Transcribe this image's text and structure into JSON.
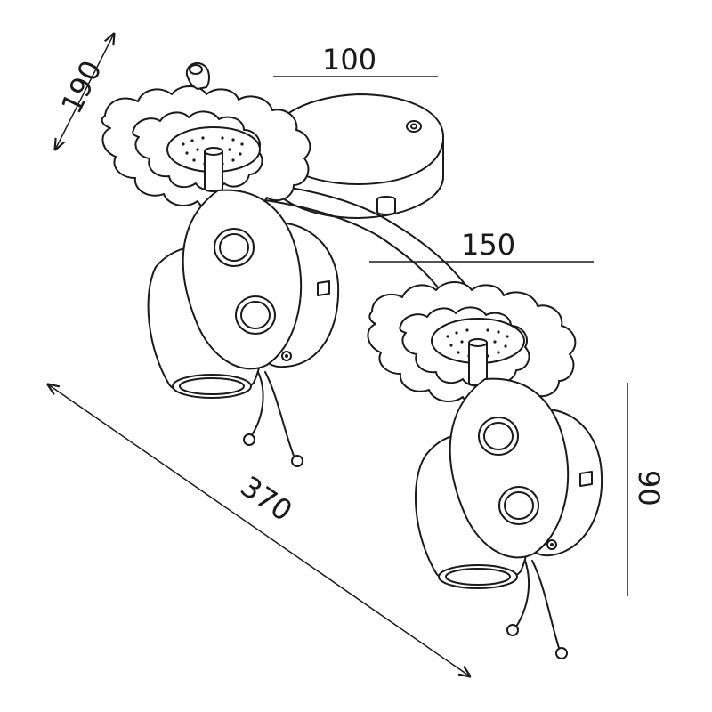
{
  "dimensions": {
    "depth": "190",
    "base_width": "100",
    "arm_length": "150",
    "overall_length": "370",
    "height": "90"
  },
  "colors": {
    "line": "#1a1a1a",
    "background": "#ffffff"
  }
}
